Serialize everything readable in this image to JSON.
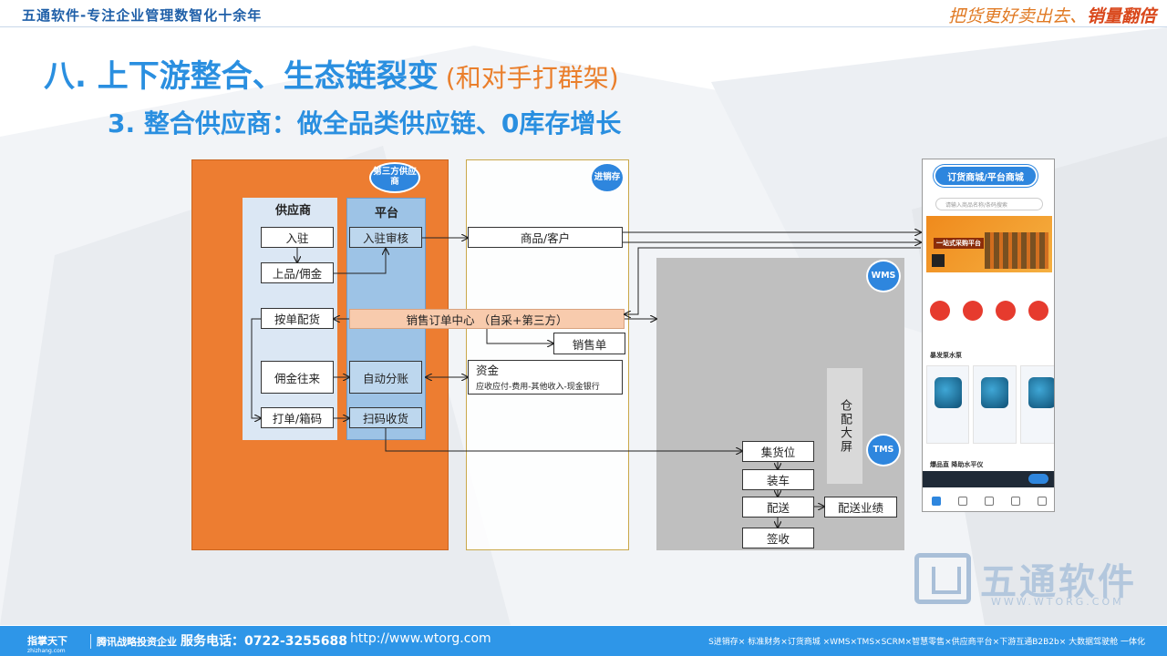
{
  "header": {
    "company": "五通软件-专注企业管理数智化十余年",
    "slogan_main": "把货更好卖出去、",
    "slogan_emph": "销量翻倍"
  },
  "title": {
    "main": "八. 上下游整合、生态链裂变",
    "suffix": "(和对手打群架)",
    "subtitle": "3. 整合供应商：做全品类供应链、0库存增长"
  },
  "diagram": {
    "badges": {
      "third_party": "第三方供应商",
      "jxc": "进销存",
      "wms": "WMS",
      "tms": "TMS"
    },
    "columns": {
      "supplier": "供应商",
      "platform": "平台"
    },
    "supplier_boxes": {
      "join": "入驻",
      "listing": "上品/佣金",
      "ship_by_order": "按单配货",
      "commission": "佣金往来",
      "print_box": "打单/箱码"
    },
    "platform_boxes": {
      "join_review": "入驻审核",
      "auto_split": "自动分账",
      "scan_receive": "扫码收货"
    },
    "sales_center": "销售订单中心 （自采+第三方）",
    "jxc_boxes": {
      "goods_customer": "商品/客户",
      "sales_order": "销售单",
      "funds": "资金",
      "funds_detail": "应收应付-费用-其他收入-现金银行"
    },
    "wms_tms": {
      "big_screen": "仓配大屏",
      "collect": "集货位",
      "loading": "装车",
      "delivery": "配送",
      "sign": "签收",
      "delivery_perf": "配送业绩"
    },
    "phone": {
      "header": "订货商城/平台商城",
      "search_placeholder": "请输入商品名称/条码搜索",
      "banner_text": "一站式采购平台",
      "section": "暴发泵水泵",
      "promo": "爆品直 降助水平仪"
    }
  },
  "watermark": {
    "name": "五通软件",
    "url": "WWW.WTORG.COM"
  },
  "footer": {
    "brand": "指掌天下",
    "brand_sub": "zhizhang.com",
    "tagline": "腾讯战略投资企业",
    "phone": "服务电话：0722-3255688",
    "url": "http://www.wtorg.com",
    "products": "S进销存× 标准财务×订货商城 ×WMS×TMS×SCRM×智慧零售×供应商平台×下游互通B2B2b× 大数据驾驶舱 一体化"
  },
  "colors": {
    "accent_blue": "#2a8fe0",
    "accent_orange": "#ed7d31",
    "footer_blue": "#2e96e8"
  }
}
